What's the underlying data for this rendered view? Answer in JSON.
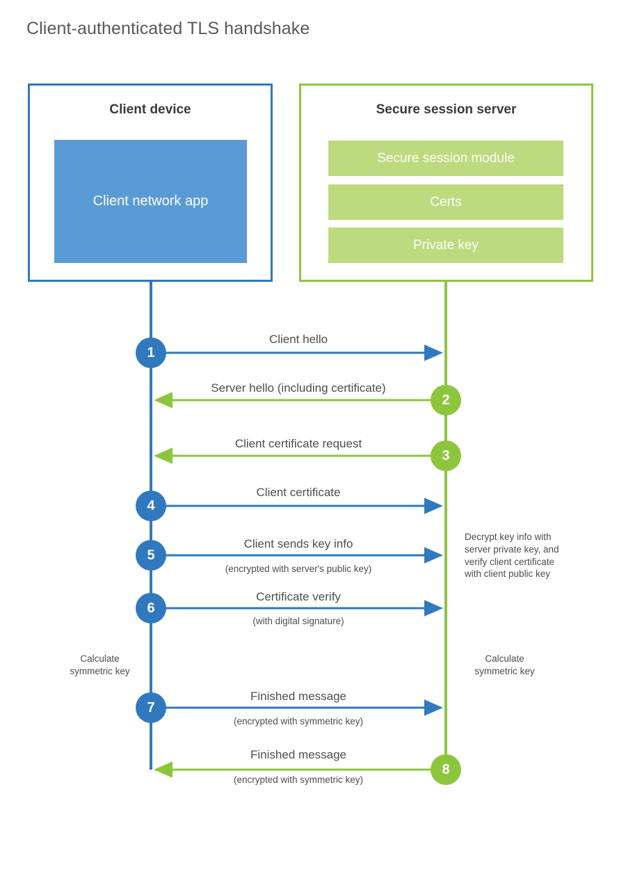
{
  "title": "Client-authenticated TLS handshake",
  "colors": {
    "client_border": "#3079be",
    "client_fill": "#5b9bd5",
    "server_border": "#8dc63e",
    "server_fill": "#bcdb7e",
    "client_accent": "#3079be",
    "server_accent": "#8dc63e",
    "text": "#4d4d4f",
    "title_text": "#58595b",
    "heading_text": "#3a3a3a",
    "background": "#ffffff"
  },
  "client": {
    "title": "Client device",
    "app_label": "Client network app"
  },
  "server": {
    "title": "Secure session server",
    "components": [
      {
        "label": "Secure session module"
      },
      {
        "label": "Certs"
      },
      {
        "label": "Private key"
      }
    ]
  },
  "steps": [
    {
      "number": "1",
      "label": "Client hello",
      "sublabel": "",
      "direction": "client-to-server",
      "actor": "client"
    },
    {
      "number": "2",
      "label": "Server hello (including certificate)",
      "sublabel": "",
      "direction": "server-to-client",
      "actor": "server"
    },
    {
      "number": "3",
      "label": "Client certificate request",
      "sublabel": "",
      "direction": "server-to-client",
      "actor": "server"
    },
    {
      "number": "4",
      "label": "Client certificate",
      "sublabel": "",
      "direction": "client-to-server",
      "actor": "client"
    },
    {
      "number": "5",
      "label": "Client sends key info",
      "sublabel": "(encrypted with server's public key)",
      "direction": "client-to-server",
      "actor": "client"
    },
    {
      "number": "6",
      "label": "Certificate verify",
      "sublabel": "(with digital signature)",
      "direction": "client-to-server",
      "actor": "client"
    },
    {
      "number": "7",
      "label": "Finished message",
      "sublabel": "(encrypted with symmetric key)",
      "direction": "client-to-server",
      "actor": "client"
    },
    {
      "number": "8",
      "label": "Finished message",
      "sublabel": "(encrypted with symmetric key)",
      "direction": "server-to-client",
      "actor": "server"
    }
  ],
  "notes": {
    "server_decrypt": "Decrypt key info with server private key, and verify client certificate with client public key",
    "server_decrypt_lines": [
      "Decrypt key info with",
      "server private key, and",
      "verify client certificate",
      "with client public key"
    ],
    "client_calculate_lines": [
      "Calculate",
      "symmetric key"
    ],
    "server_calculate_lines": [
      "Calculate",
      "symmetric key"
    ]
  }
}
